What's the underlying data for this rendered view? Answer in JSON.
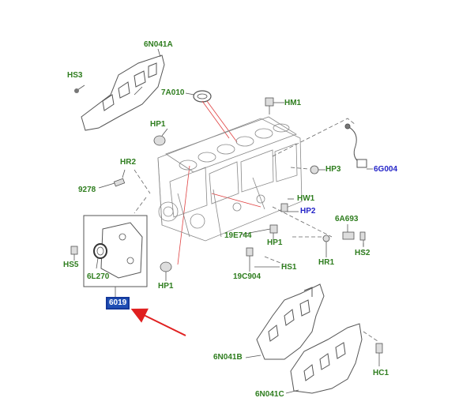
{
  "colors": {
    "label_green": "#2e7d1e",
    "label_blue": "#2424c8",
    "highlight_fill": "#1f4fb5",
    "arrow_red": "#e02020",
    "drawing": "#555555",
    "leader_red": "#e04040"
  },
  "labels": {
    "6N041A": "6N041A",
    "HS3": "HS3",
    "7A010": "7A010",
    "HM1": "HM1",
    "HP1_top": "HP1",
    "HR2": "HR2",
    "9278": "9278",
    "HP3": "HP3",
    "6G004": "6G004",
    "HW1": "HW1",
    "HP2": "HP2",
    "6A693": "6A693",
    "19E744": "19E744",
    "HP1_mid": "HP1",
    "HS2": "HS2",
    "HR1": "HR1",
    "HS5": "HS5",
    "6L270": "6L270",
    "19C904": "19C904",
    "HS1": "HS1",
    "HP1_low": "HP1",
    "6019": "6019",
    "6N041B": "6N041B",
    "HC1": "HC1",
    "6N041C": "6N041C"
  }
}
